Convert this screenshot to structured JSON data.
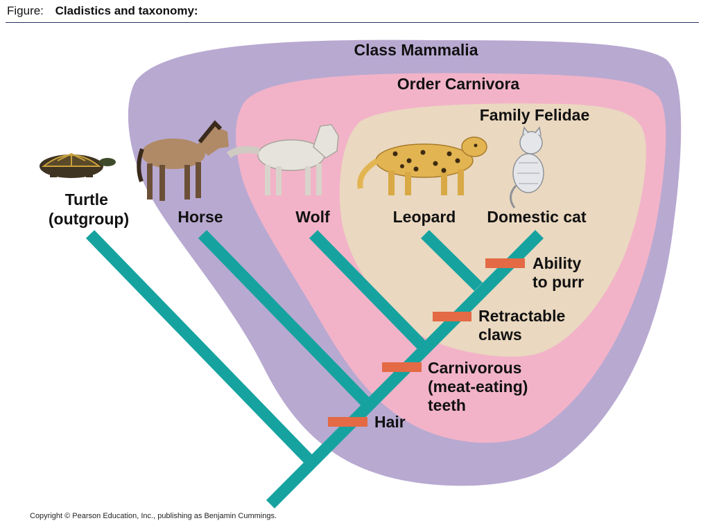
{
  "header": {
    "label": "Figure:",
    "title": "Cladistics and taxonomy:"
  },
  "groups": {
    "class": "Class Mammalia",
    "order": "Order Carnivora",
    "family": "Family Felidae"
  },
  "taxa": [
    {
      "lines": [
        "Turtle",
        "(outgroup)"
      ]
    },
    {
      "lines": [
        "Horse"
      ]
    },
    {
      "lines": [
        "Wolf"
      ]
    },
    {
      "lines": [
        "Leopard"
      ]
    },
    {
      "lines": [
        "Domestic cat"
      ]
    }
  ],
  "characters": [
    {
      "lines": [
        "Hair"
      ]
    },
    {
      "lines": [
        "Carnivorous",
        "(meat-eating)",
        "teeth"
      ]
    },
    {
      "lines": [
        "Retractable",
        "claws"
      ]
    },
    {
      "lines": [
        "Ability",
        "to purr"
      ]
    }
  ],
  "colors": {
    "mammalia": "#b8a9d1",
    "carnivora": "#f2b3c8",
    "felidae": "#ead8c0",
    "branch": "#16a3a0",
    "marker": "#e36a45"
  },
  "icons": [
    "turtle-icon",
    "horse-icon",
    "wolf-icon",
    "leopard-icon",
    "domestic-cat-icon"
  ],
  "copyright": "Copyright © Pearson Education, Inc., publishing as Benjamin Cummings."
}
